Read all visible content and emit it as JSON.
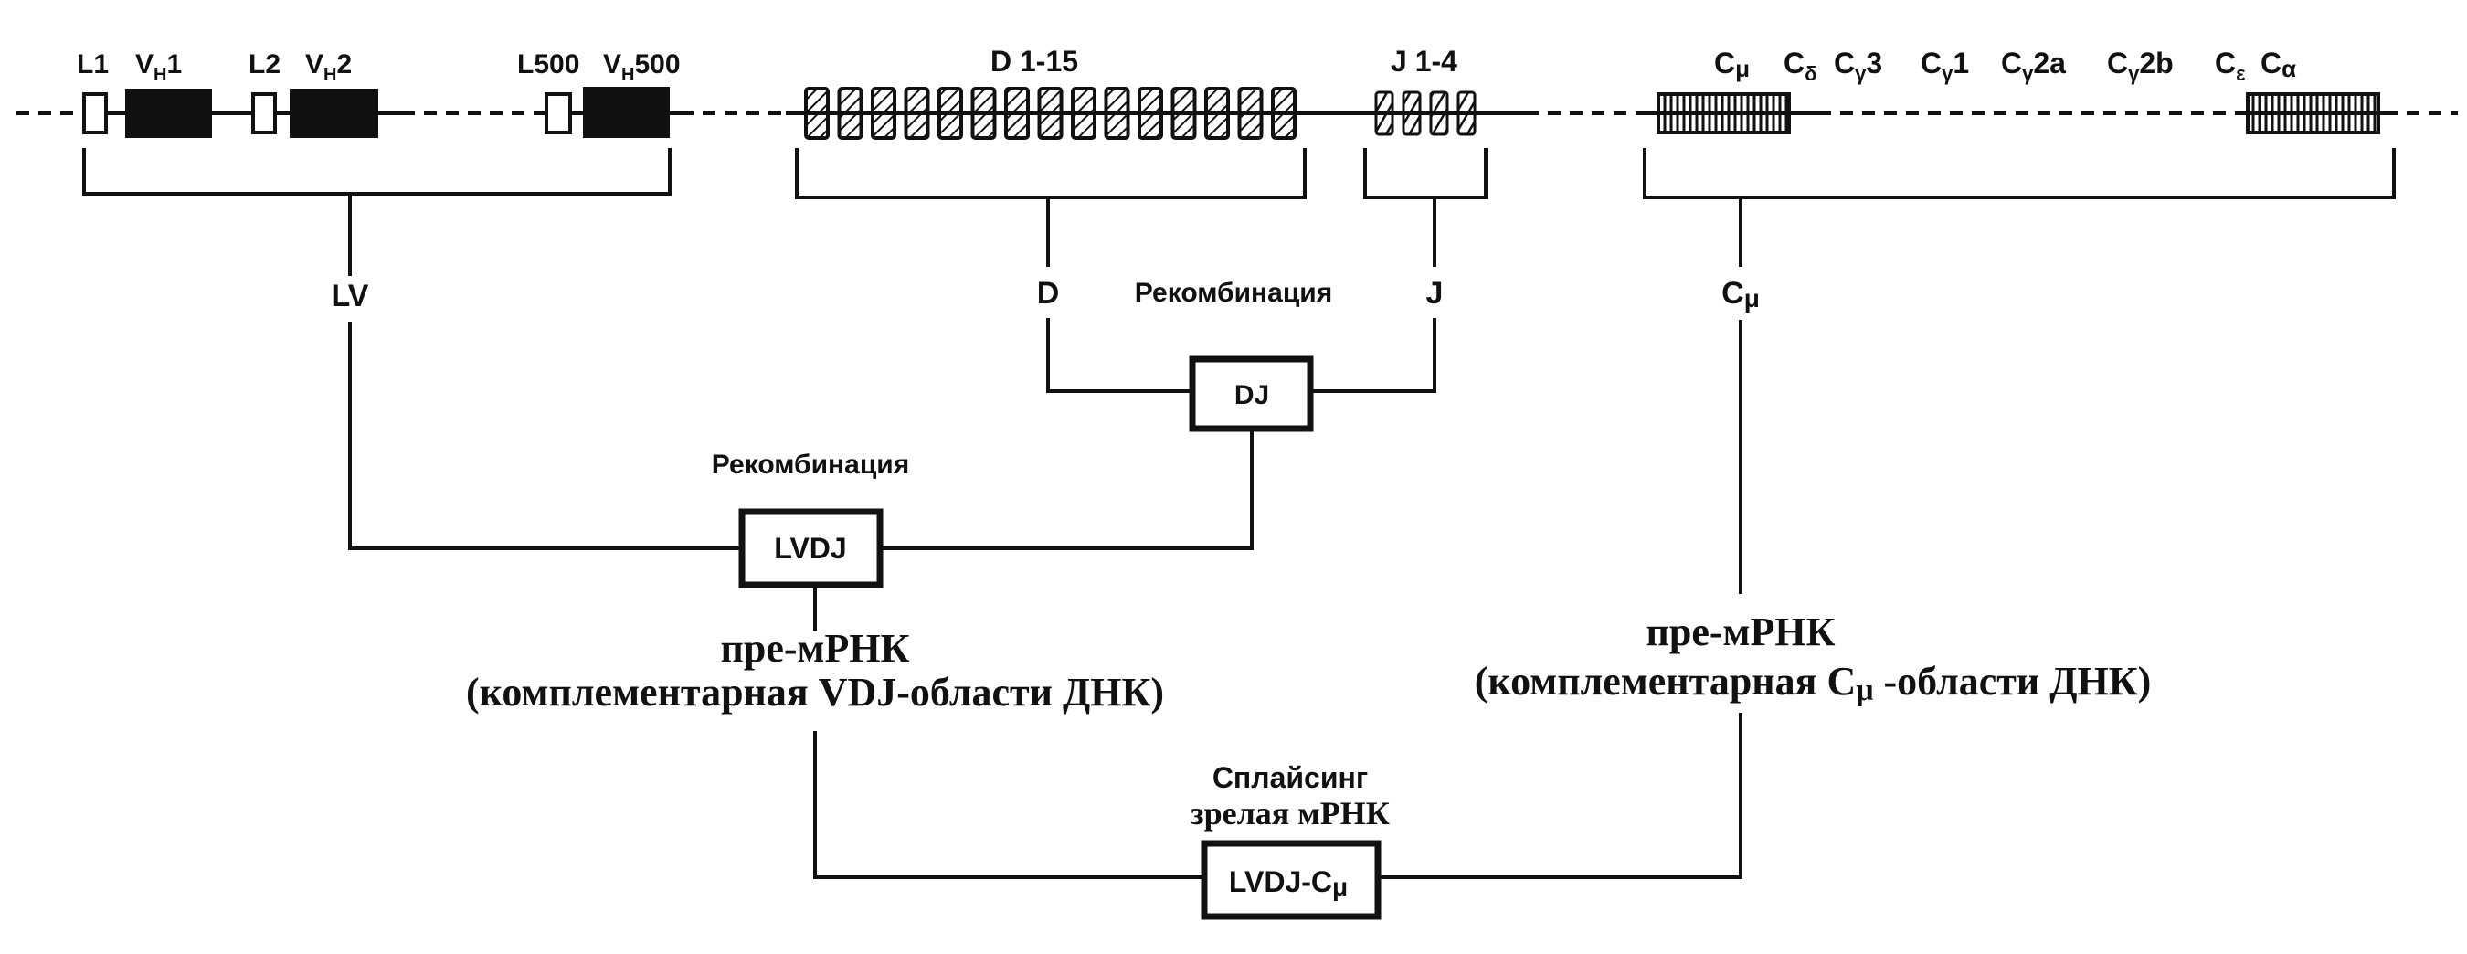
{
  "gene_locus": {
    "leader_variable": [
      {
        "leader": "L1",
        "v_main": "V",
        "v_sub": "H",
        "v_num": "1"
      },
      {
        "leader": "L2",
        "v_main": "V",
        "v_sub": "H",
        "v_num": "2"
      },
      {
        "leader": "L500",
        "v_main": "V",
        "v_sub": "H",
        "v_num": "500"
      }
    ],
    "d_label": "D 1-15",
    "j_label": "J 1-4",
    "constant_labels": [
      {
        "main": "C",
        "sub": "μ",
        "num": ""
      },
      {
        "main": "C",
        "sub": "δ",
        "num": ""
      },
      {
        "main": "C",
        "sub": "γ",
        "num": "3"
      },
      {
        "main": "C",
        "sub": "γ",
        "num": "1"
      },
      {
        "main": "C",
        "sub": "γ",
        "num": "2a"
      },
      {
        "main": "C",
        "sub": "γ",
        "num": "2b"
      },
      {
        "main": "C",
        "sub": "ε",
        "num": ""
      },
      {
        "main": "C",
        "sub": "α",
        "num": ""
      }
    ]
  },
  "segment_labels": {
    "lv": "LV",
    "d": "D",
    "j": "J",
    "c_mu_main": "C",
    "c_mu_sub": "μ"
  },
  "steps": {
    "recombination_dj": "Рекомбинация",
    "dj_box": "DJ",
    "recombination_lvdj": "Рекомбинация",
    "lvdj_box": "LVDJ",
    "premrna_vdj_title": "пре-мРНК",
    "premrna_vdj_desc": "(комплементарная VDJ-области ДНК)",
    "premrna_c_title": "пре-мРНК",
    "premrna_c_desc_pre": "(комплементарная ",
    "premrna_c_desc_main": "C",
    "premrna_c_desc_sub": "μ",
    "premrna_c_desc_post": " -области ДНК)",
    "splicing": "Сплайсинг",
    "mature_mrna": "зрелая мРНК",
    "final_box_main": "LVDJ-C",
    "final_box_sub": "μ"
  }
}
